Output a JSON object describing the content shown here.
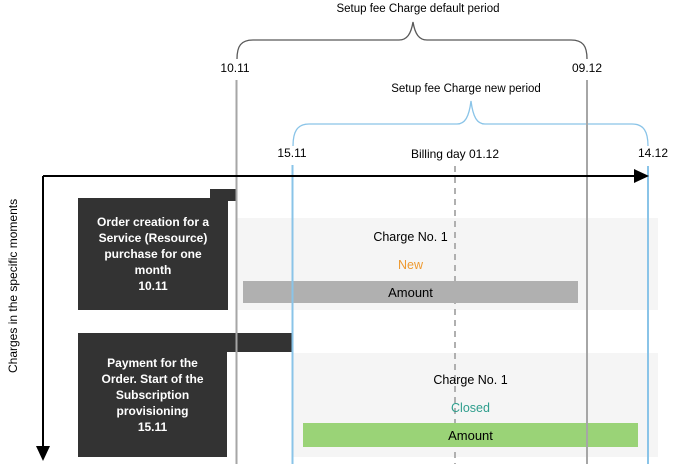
{
  "colors": {
    "accent_blue": "#8ac4e8",
    "line_gray": "#a6a6a6",
    "dash_gray": "#b0b0b0",
    "band_bg": "#f5f5f5",
    "box_bg": "#333333",
    "box_text": "#ffffff",
    "bar_gray": "#b0b0b0",
    "bar_green": "#9ad377",
    "status_new": "#ee9a31",
    "status_closed": "#2f9e8d",
    "brace_dark": "#595959"
  },
  "periods": {
    "default": {
      "label": "Setup fee Charge default period",
      "start": "10.11",
      "end": "09.12"
    },
    "new": {
      "label": "Setup fee Charge new period",
      "start": "15.11",
      "end": "14.12"
    }
  },
  "timeline": {
    "billing_day_label": "Billing day 01.12",
    "axis_label": "Charges in the specific moments"
  },
  "rows": [
    {
      "event_lines": [
        "Order creation for a",
        "Service (Resource)",
        "purchase for one",
        "month",
        "10.11"
      ],
      "charge_title": "Charge No. 1",
      "status": "New",
      "bar_label": "Amount"
    },
    {
      "event_lines": [
        "Payment for the",
        "Order. Start of the",
        "Subscription",
        "provisioning",
        "15.11"
      ],
      "charge_title": "Charge No. 1",
      "status": "Closed",
      "bar_label": "Amount"
    }
  ]
}
